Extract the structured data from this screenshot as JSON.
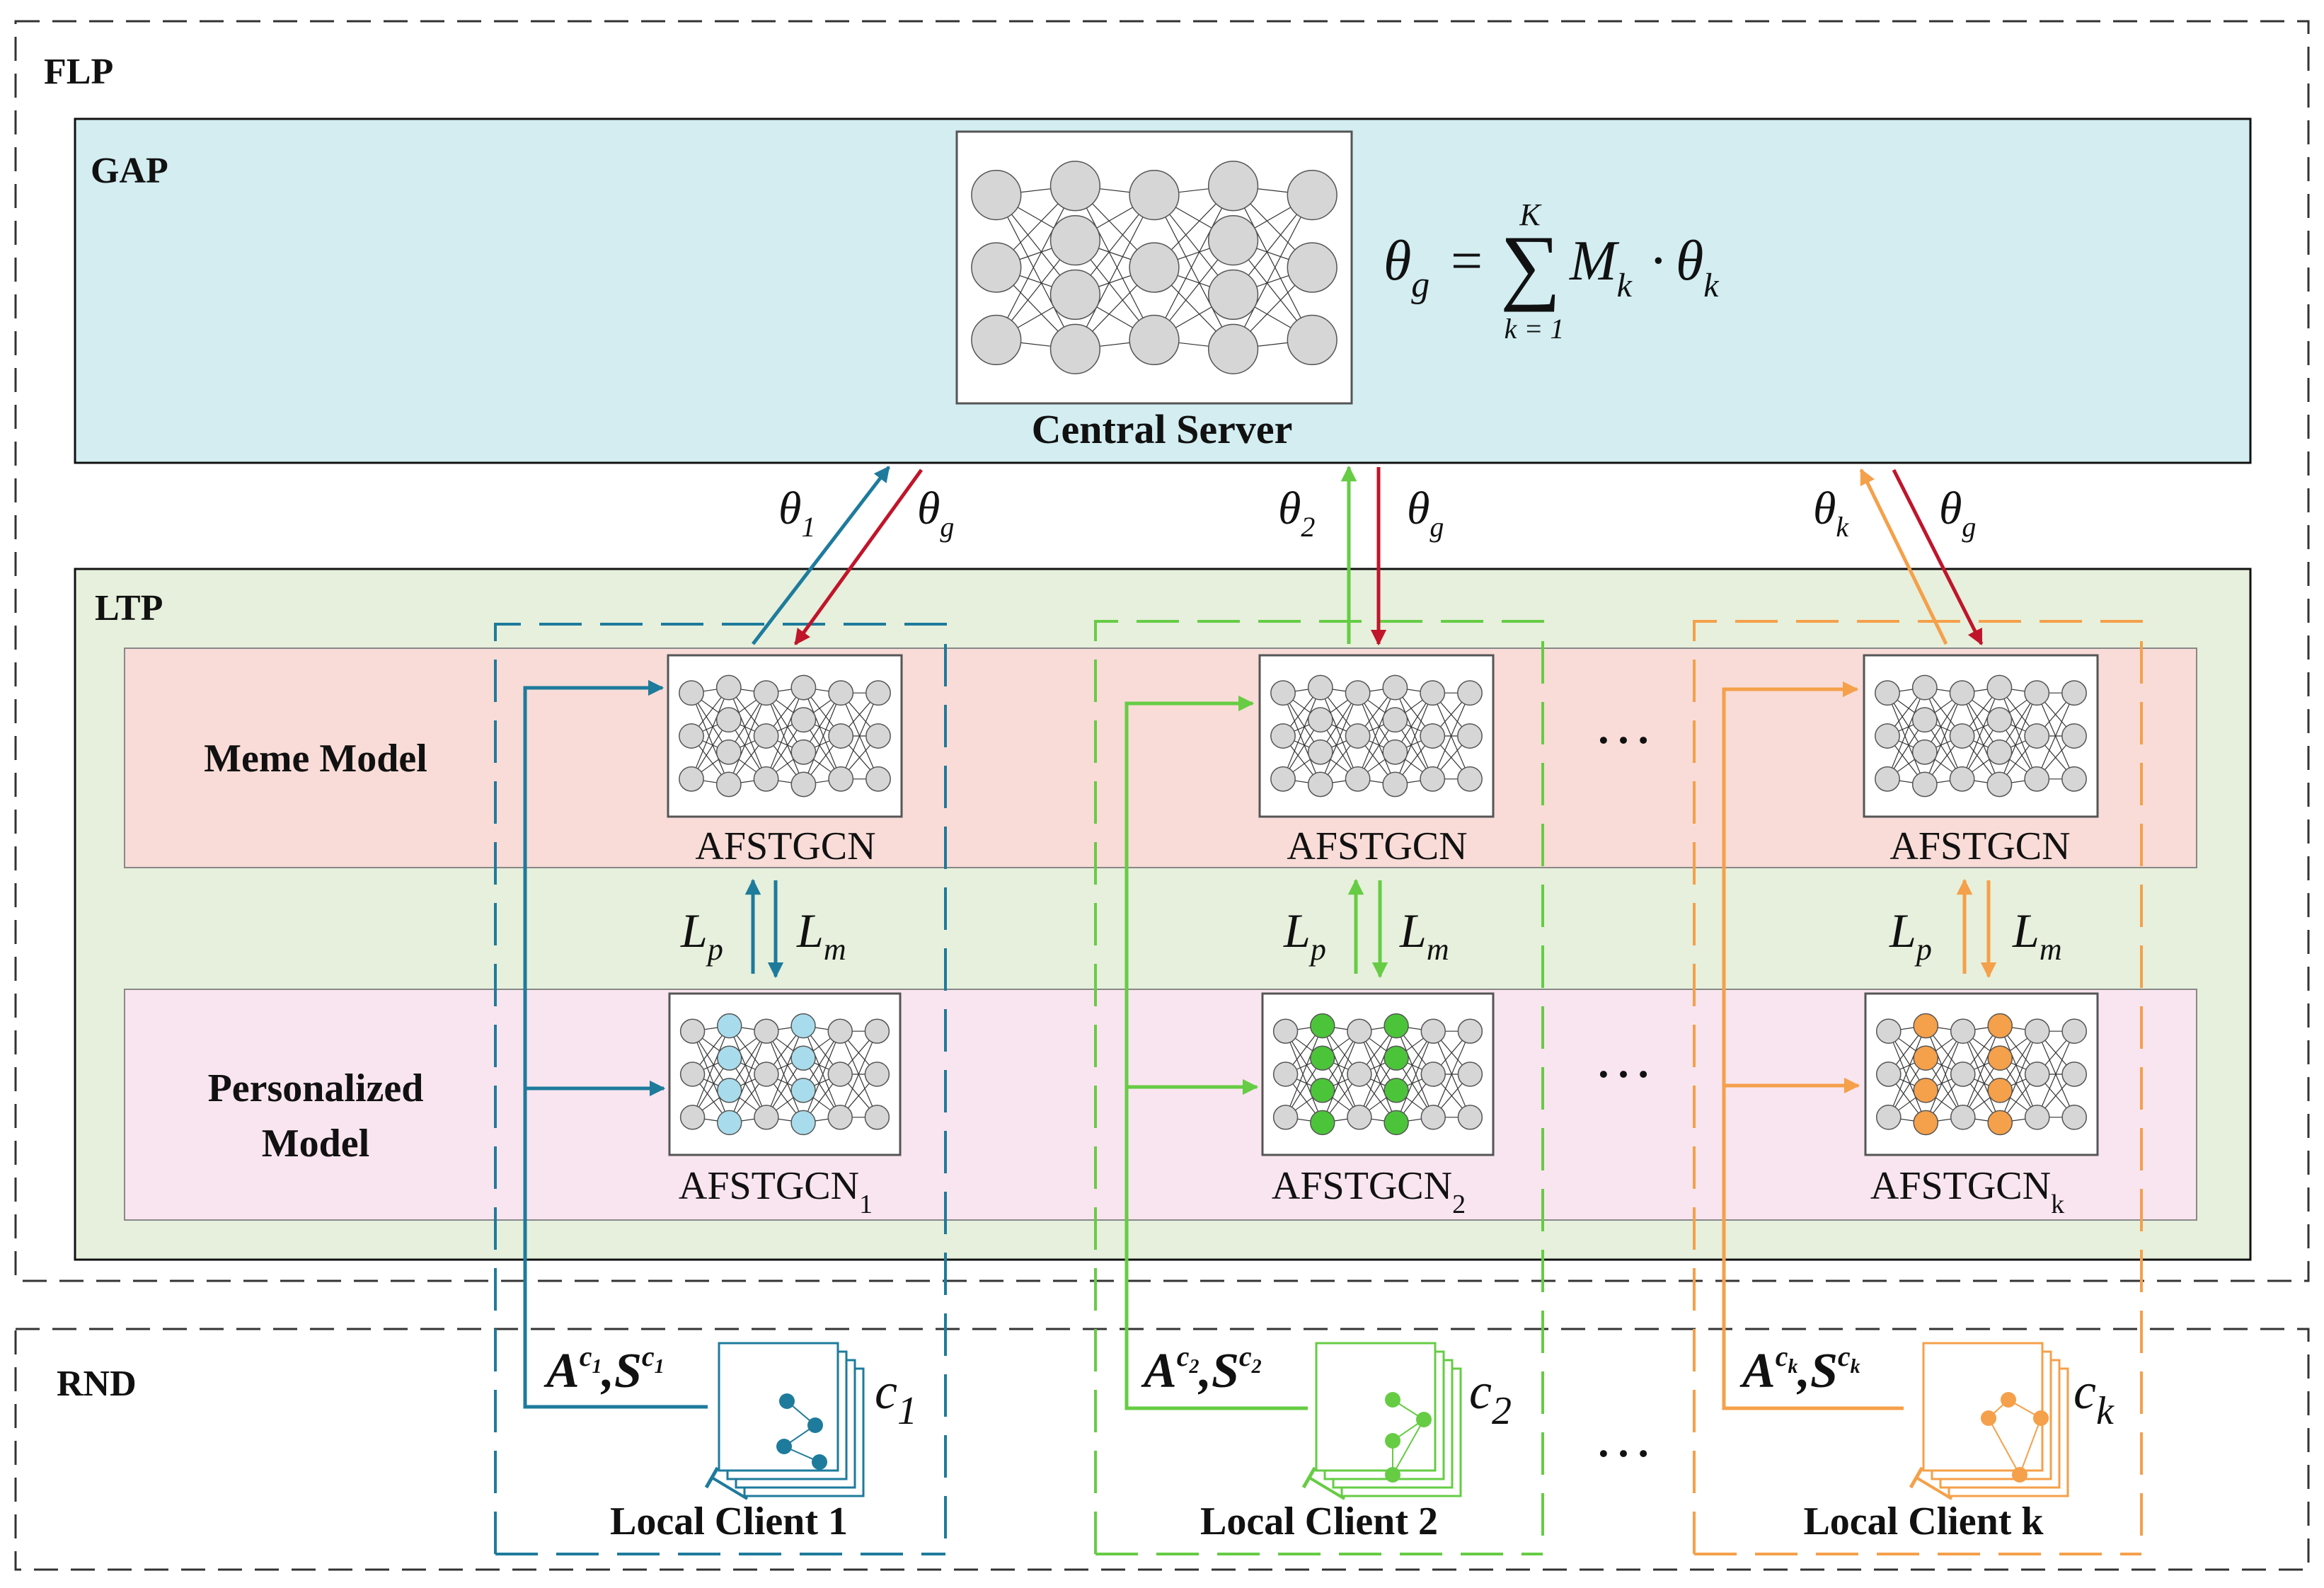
{
  "regions": {
    "flp": "FLP",
    "gap": "GAP",
    "ltp": "LTP",
    "rnd": "RND"
  },
  "server": {
    "title": "Central Server",
    "formula": {
      "lhs": "θ",
      "lhs_sub": "g",
      "equals": "=",
      "sigma": "∑",
      "sum_upper": "K",
      "sum_lower": "k = 1",
      "term_m": "M",
      "term_m_sub": "k",
      "dot": "·",
      "term_theta": "θ",
      "term_theta_sub": "k"
    }
  },
  "rows": {
    "meme": "Meme Model",
    "personalized_line1": "Personalized",
    "personalized_line2": "Model"
  },
  "loss_labels": {
    "lp": "L",
    "lp_sub": "p",
    "lm": "L",
    "lm_sub": "m"
  },
  "ellipsis": "…",
  "colors": {
    "gap_bg": "#d3edf1",
    "ltp_bg": "#e6f0dc",
    "meme_bg": "#f9dcd7",
    "pers_bg": "#f9e5ef",
    "down_arrow": "#c0152a",
    "client1": "#1e7b9c",
    "client2": "#66cc44",
    "clientk": "#f5a04a",
    "node_gray": "#d6d6d6",
    "node_c1": "#a8dcec",
    "node_c2": "#4cc43a",
    "node_ck": "#f5a04a"
  },
  "clients": [
    {
      "meme_model": "AFSTGCN",
      "personal_base": "AFSTGCN",
      "personal_sub": "1",
      "upload_theta": "θ",
      "upload_sub": "1",
      "download_theta": "θ",
      "download_sub": "g",
      "data_a": "A",
      "data_s": "S",
      "data_sup": "c",
      "data_sup_sub": "1",
      "data_comma": ",",
      "client_c": "c",
      "client_sub": "1",
      "local_label": "Local Client 1"
    },
    {
      "meme_model": "AFSTGCN",
      "personal_base": "AFSTGCN",
      "personal_sub": "2",
      "upload_theta": "θ",
      "upload_sub": "2",
      "download_theta": "θ",
      "download_sub": "g",
      "data_a": "A",
      "data_s": "S",
      "data_sup": "c",
      "data_sup_sub": "2",
      "data_comma": ",",
      "client_c": "c",
      "client_sub": "2",
      "local_label": "Local Client 2"
    },
    {
      "meme_model": "AFSTGCN",
      "personal_base": "AFSTGCN",
      "personal_sub": "k",
      "upload_theta": "θ",
      "upload_sub": "k",
      "download_theta": "θ",
      "download_sub": "g",
      "data_a": "A",
      "data_s": "S",
      "data_sup": "c",
      "data_sup_sub": "k",
      "data_comma": ",",
      "client_c": "c",
      "client_sub": "k",
      "local_label": "Local Client k"
    }
  ]
}
